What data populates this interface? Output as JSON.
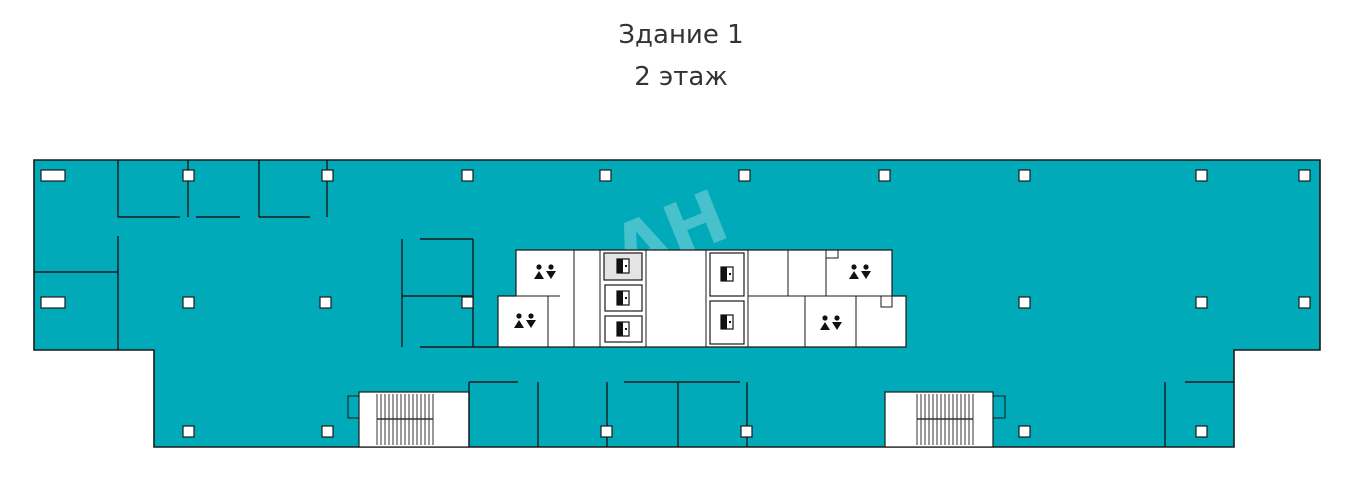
{
  "header": {
    "building": "Здание 1",
    "floor": "2 этаж"
  },
  "watermark": "АН",
  "colors": {
    "floor_fill": "#00aab8",
    "wall": "#1a1a1a",
    "core_fill": "#ffffff",
    "background": "#ffffff"
  },
  "icons": {
    "restroom": "restroom-icon",
    "elevator": "elevator-icon",
    "stairs": "stairs-icon",
    "column": "column-icon"
  }
}
